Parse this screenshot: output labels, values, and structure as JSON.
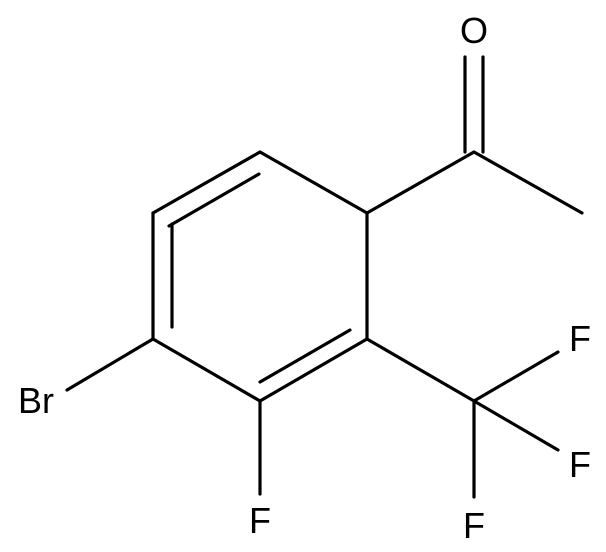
{
  "molecule": {
    "atoms": {
      "oxygen": "O",
      "bromine": "Br",
      "fluorine_ring": "F",
      "fluorine_cf3_top": "F",
      "fluorine_cf3_mid": "F",
      "fluorine_cf3_bottom": "F"
    }
  },
  "colors": {
    "bond": "#000000",
    "label": "#000000",
    "background": "#ffffff"
  }
}
